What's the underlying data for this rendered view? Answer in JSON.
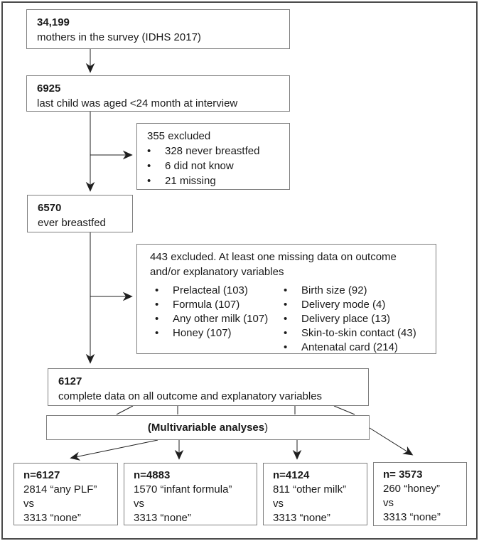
{
  "colors": {
    "frame_border": "#4a4a4a",
    "box_border": "#7e7e7e",
    "connector_line": "#1f1f1f",
    "text": "#1a1a1a",
    "background": "#ffffff"
  },
  "flowchart": {
    "survey": {
      "number": "34,199",
      "label": "mothers in the survey (IDHS 2017)"
    },
    "age_filter": {
      "number": "6925",
      "label": "last child was aged <24 month at interview"
    },
    "excluded_1": {
      "title": "355 excluded",
      "items": [
        "328 never breastfed",
        "6 did not know",
        "21 missing"
      ]
    },
    "ever_breastfed": {
      "number": "6570",
      "label": "ever breastfed"
    },
    "excluded_2": {
      "title": "443 excluded. At least one missing data on outcome and/or explanatory variables",
      "items_left": [
        "Prelacteal (103)",
        "Formula (107)",
        "Any other milk (107)",
        "Honey (107)"
      ],
      "items_right": [
        "Birth size (92)",
        "Delivery mode (4)",
        "Delivery place (13)",
        "Skin-to-skin contact (43)",
        "Antenatal card (214)"
      ]
    },
    "complete_data": {
      "number": "6127",
      "label": "complete data on all outcome and explanatory variables"
    },
    "analyses": {
      "label_bold": "(Multivariable analyses",
      "label_close": ")"
    },
    "outcomes": [
      {
        "n": "n=6127",
        "group": "2814 “any PLF”",
        "vs": "vs",
        "reference": "3313 “none”"
      },
      {
        "n": "n=4883",
        "group": "1570 “infant formula”",
        "vs": "vs",
        "reference": "3313 “none”"
      },
      {
        "n": "n=4124",
        "group": "811 “other milk”",
        "vs": "vs",
        "reference": "3313 “none”"
      },
      {
        "n": "n= 3573",
        "group": "260 “honey”",
        "vs": "vs",
        "reference": "3313 “none”"
      }
    ]
  }
}
